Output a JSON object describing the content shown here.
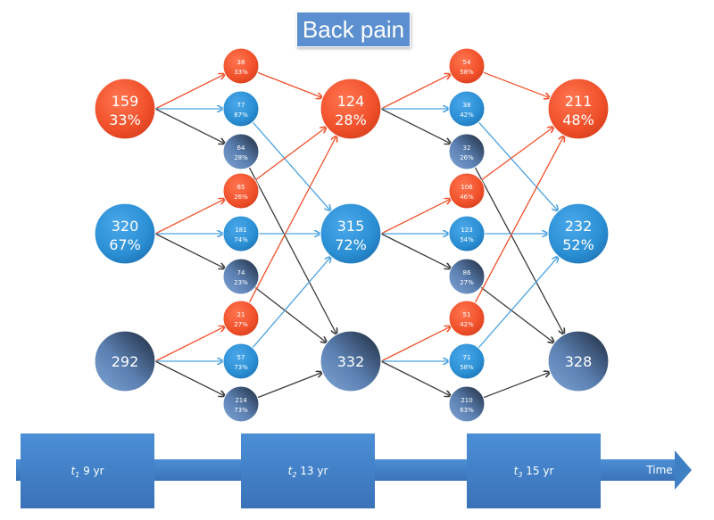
{
  "title": "Back pain",
  "colors": {
    "red": "#f0502a",
    "blue": "#2b8fd4",
    "dark": "#3f5a80",
    "arrow_red": "#f0502a",
    "arrow_blue": "#4aa3e0",
    "arrow_dark": "#3a3a3a",
    "timeline": "#3f7fc4"
  },
  "large_nodes": [
    {
      "id": "t1-red",
      "stage": 1,
      "kind": "red",
      "count": "159",
      "pct": "33%"
    },
    {
      "id": "t1-blue",
      "stage": 1,
      "kind": "blue",
      "count": "320",
      "pct": "67%"
    },
    {
      "id": "t1-dark",
      "stage": 1,
      "kind": "dark",
      "count": "292",
      "pct": ""
    },
    {
      "id": "t2-red",
      "stage": 2,
      "kind": "red",
      "count": "124",
      "pct": "28%"
    },
    {
      "id": "t2-blue",
      "stage": 2,
      "kind": "blue",
      "count": "315",
      "pct": "72%"
    },
    {
      "id": "t2-dark",
      "stage": 2,
      "kind": "dark",
      "count": "332",
      "pct": ""
    },
    {
      "id": "t3-red",
      "stage": 3,
      "kind": "red",
      "count": "211",
      "pct": "48%"
    },
    {
      "id": "t3-blue",
      "stage": 3,
      "kind": "blue",
      "count": "232",
      "pct": "52%"
    },
    {
      "id": "t3-dark",
      "stage": 3,
      "kind": "dark",
      "count": "328",
      "pct": ""
    }
  ],
  "transitions": [
    {
      "from": "t1-red",
      "groups": [
        {
          "kind": "red",
          "count": "38",
          "pct": "33%"
        },
        {
          "kind": "blue",
          "count": "77",
          "pct": "67%"
        },
        {
          "kind": "dark",
          "count": "64",
          "pct": "28%"
        }
      ]
    },
    {
      "from": "t1-blue",
      "groups": [
        {
          "kind": "red",
          "count": "65",
          "pct": "26%"
        },
        {
          "kind": "blue",
          "count": "181",
          "pct": "74%"
        },
        {
          "kind": "dark",
          "count": "74",
          "pct": "23%"
        }
      ]
    },
    {
      "from": "t1-dark",
      "groups": [
        {
          "kind": "red",
          "count": "21",
          "pct": "27%"
        },
        {
          "kind": "blue",
          "count": "57",
          "pct": "73%"
        },
        {
          "kind": "dark",
          "count": "214",
          "pct": "73%"
        }
      ]
    },
    {
      "from": "t2-red",
      "groups": [
        {
          "kind": "red",
          "count": "54",
          "pct": "58%"
        },
        {
          "kind": "blue",
          "count": "38",
          "pct": "42%"
        },
        {
          "kind": "dark",
          "count": "32",
          "pct": "26%"
        }
      ]
    },
    {
      "from": "t2-blue",
      "groups": [
        {
          "kind": "red",
          "count": "106",
          "pct": "46%"
        },
        {
          "kind": "blue",
          "count": "123",
          "pct": "54%"
        },
        {
          "kind": "dark",
          "count": "86",
          "pct": "27%"
        }
      ]
    },
    {
      "from": "t2-dark",
      "groups": [
        {
          "kind": "red",
          "count": "51",
          "pct": "42%"
        },
        {
          "kind": "blue",
          "count": "71",
          "pct": "58%"
        },
        {
          "kind": "dark",
          "count": "210",
          "pct": "63%"
        }
      ]
    }
  ],
  "timeline": {
    "stages": [
      {
        "t": "t",
        "sub": "1",
        "label": " 9 yr"
      },
      {
        "t": "t",
        "sub": "2",
        "label": " 13 yr"
      },
      {
        "t": "t",
        "sub": "3",
        "label": " 15 yr"
      }
    ],
    "axis_label": "Time"
  }
}
